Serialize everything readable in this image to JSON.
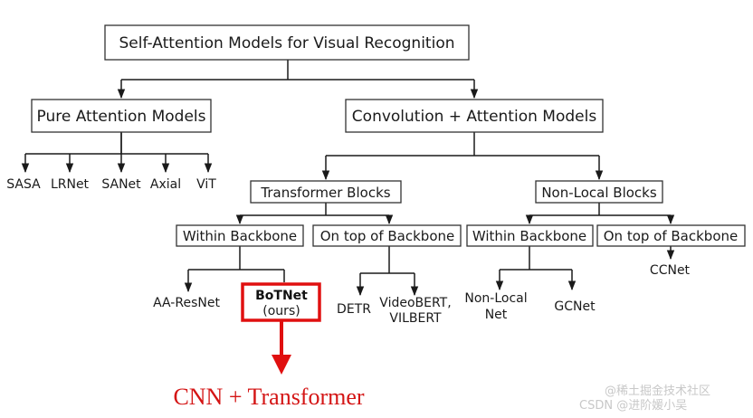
{
  "root": "Self-Attention Models for Visual Recognition",
  "pure": {
    "label": "Pure Attention Models",
    "leaves": [
      "SASA",
      "LRNet",
      "SANet",
      "Axial",
      "ViT"
    ]
  },
  "conv": {
    "label": "Convolution + Attention Models",
    "transformer": {
      "label": "Transformer Blocks",
      "within": {
        "label": "Within Backbone",
        "leaves": [
          "AA-ResNet"
        ]
      },
      "botnet": {
        "name": "BoTNet",
        "note": "(ours)"
      },
      "ontop": {
        "label": "On top of Backbone",
        "leaves": [
          "DETR",
          "VideoBERT,",
          "VILBERT"
        ]
      }
    },
    "nonlocal": {
      "label": "Non-Local Blocks",
      "within": {
        "label": "Within Backbone",
        "leaves": [
          "Non-Local",
          "Net",
          "GCNet"
        ]
      },
      "ontop": {
        "label": "On top of Backbone",
        "leaves": [
          "CCNet"
        ]
      }
    }
  },
  "caption": "CNN + Transformer",
  "watermark": "CSDN @进阶媛小吴",
  "watermark2": "@稀土掘金技术社区",
  "colors": {
    "highlight": "#e01010",
    "caption": "#d41515"
  }
}
